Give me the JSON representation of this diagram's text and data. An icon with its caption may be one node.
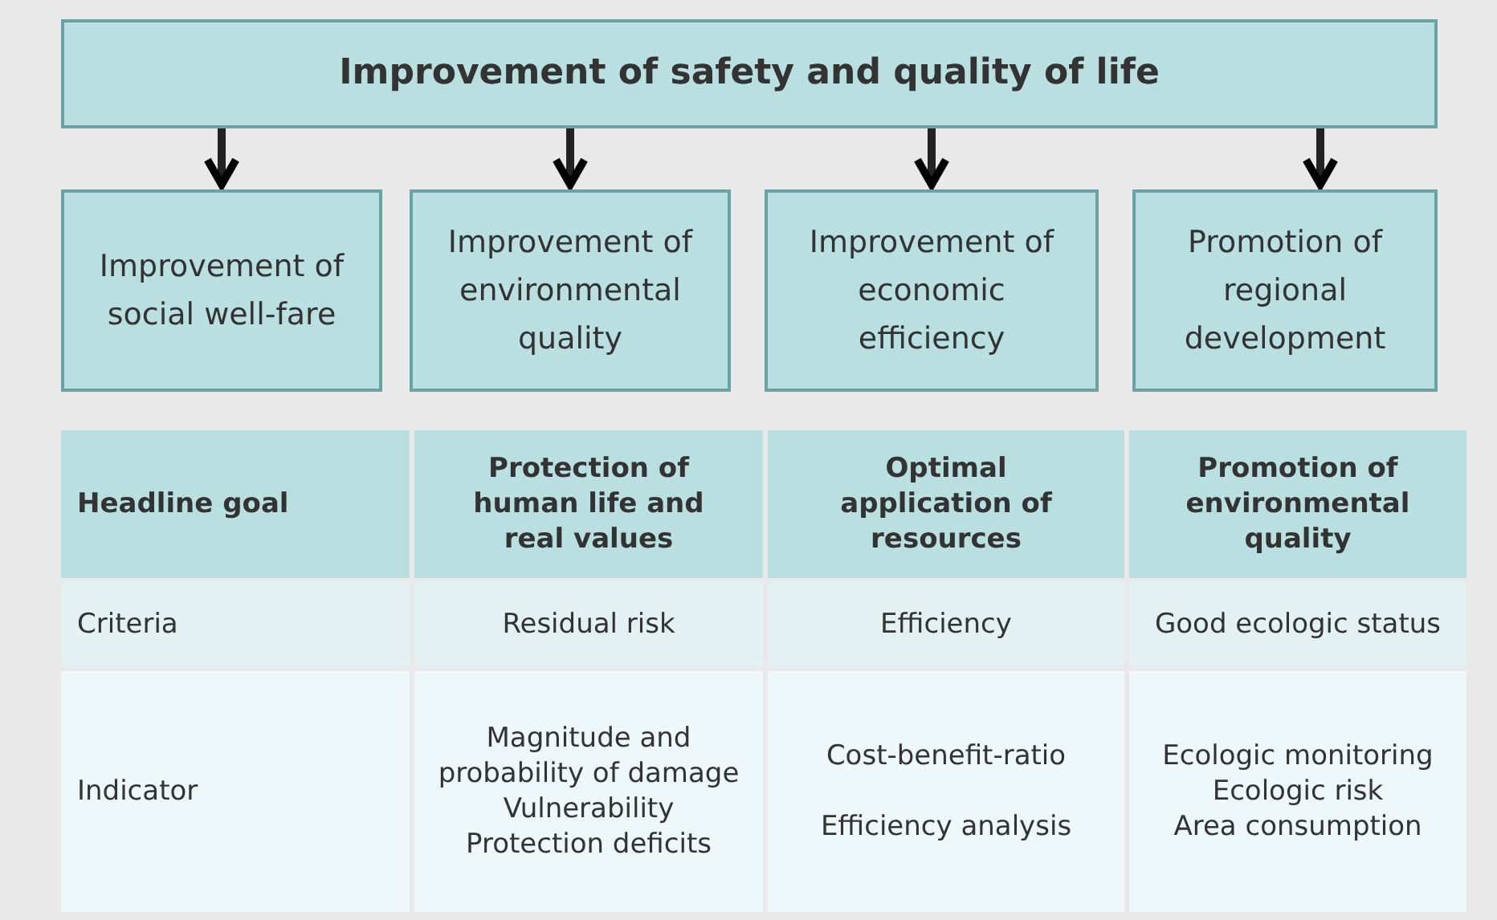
{
  "diagram": {
    "nodes": [
      {
        "text": [
          "Improvement of safety and quality of life"
        ]
      },
      {
        "text": [
          "Improvement of social well-fare"
        ]
      },
      {
        "text": [
          "Improvement of environmental quality"
        ]
      },
      {
        "text": [
          "Improvement of economic efficiency"
        ]
      },
      {
        "text": [
          "Promotion of regional development"
        ]
      }
    ],
    "edges": [
      {
        "from": 0,
        "to": 1,
        "arrow": "to"
      },
      {
        "from": 0,
        "to": 2,
        "arrow": "to"
      },
      {
        "from": 0,
        "to": 3,
        "arrow": "to"
      },
      {
        "from": 0,
        "to": 4,
        "arrow": "to"
      }
    ],
    "labels": [
      "Headline goal",
      "Protection of human life and real values",
      "Optimal application of resources",
      "Promotion of environmental quality",
      "Criteria",
      "Residual risk",
      "Efficiency",
      "Good ecologic status",
      "Indicator",
      "Magnitude and probability of damage",
      "Vulnerability",
      "Protection deficits",
      "Cost-benefit-ratio",
      "Efficiency analysis",
      "Ecologic monitoring",
      "Ecologic risk",
      "Area consumption"
    ]
  }
}
